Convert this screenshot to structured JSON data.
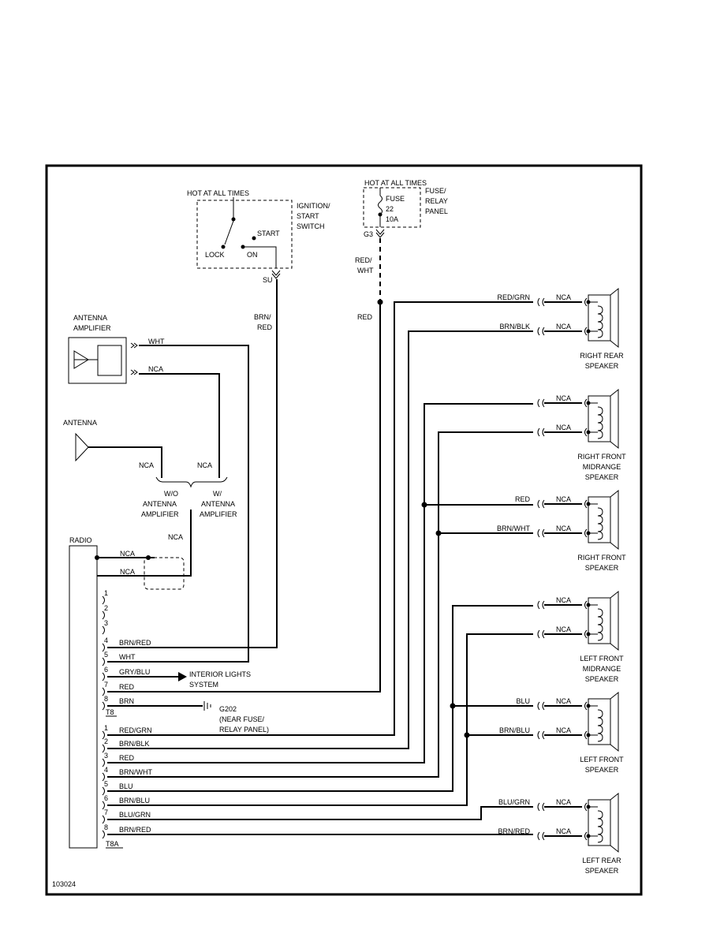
{
  "figure_id": "103024",
  "ignition": {
    "hot_label": "HOT AT ALL TIMES",
    "name_lines": [
      "IGNITION/",
      "START",
      "SWITCH"
    ],
    "start": "START",
    "lock": "LOCK",
    "on": "ON",
    "connector": "SU"
  },
  "fuse": {
    "hot_label": "HOT AT ALL TIMES",
    "lines": [
      "FUSE",
      "22",
      "10A"
    ],
    "panel_lines": [
      "FUSE/",
      "RELAY",
      "PANEL"
    ],
    "connector": "G3"
  },
  "antenna_amplifier": {
    "lines": [
      "ANTENNA",
      "AMPLIFIER"
    ],
    "wht": "WHT",
    "nca": "NCA"
  },
  "antenna": {
    "label": "ANTENNA",
    "nca_left": "NCA",
    "nca_right": "NCA"
  },
  "options": {
    "without_lines": [
      "W/O",
      "ANTENNA",
      "AMPLIFIER"
    ],
    "with_lines": [
      "W/",
      "ANTENNA",
      "AMPLIFIER"
    ],
    "nca": "NCA"
  },
  "radio": {
    "label": "RADIO",
    "antenna_wires": [
      "NCA",
      "NCA"
    ],
    "t8_label": "T8",
    "t8a_label": "T8A",
    "t8": [
      {
        "pin": "1",
        "color": ""
      },
      {
        "pin": "2",
        "color": ""
      },
      {
        "pin": "3",
        "color": ""
      },
      {
        "pin": "4",
        "color": "BRN/RED"
      },
      {
        "pin": "5",
        "color": "WHT"
      },
      {
        "pin": "6",
        "color": "GRY/BLU"
      },
      {
        "pin": "7",
        "color": "RED"
      },
      {
        "pin": "8",
        "color": "BRN"
      }
    ],
    "t8a": [
      {
        "pin": "1",
        "color": "RED/GRN"
      },
      {
        "pin": "2",
        "color": "BRN/BLK"
      },
      {
        "pin": "3",
        "color": "RED"
      },
      {
        "pin": "4",
        "color": "BRN/WHT"
      },
      {
        "pin": "5",
        "color": "BLU"
      },
      {
        "pin": "6",
        "color": "BRN/BLU"
      },
      {
        "pin": "7",
        "color": "BLU/GRN"
      },
      {
        "pin": "8",
        "color": "BRN/RED"
      }
    ]
  },
  "ignition_wire": [
    "BRN/",
    "RED"
  ],
  "fuse_wire": [
    "RED/",
    "WHT"
  ],
  "red_label": "RED",
  "interior_lights": [
    "INTERIOR LIGHTS",
    "SYSTEM"
  ],
  "ground": [
    "G202",
    "(NEAR FUSE/",
    "RELAY PANEL)"
  ],
  "speakers": [
    {
      "name_lines": [
        "RIGHT REAR",
        "SPEAKER"
      ],
      "wires": [
        {
          "color": "RED/GRN",
          "nca": "NCA"
        },
        {
          "color": "BRN/BLK",
          "nca": "NCA"
        }
      ]
    },
    {
      "name_lines": [
        "RIGHT FRONT",
        "MIDRANGE",
        "SPEAKER"
      ],
      "wires": [
        {
          "color": "",
          "nca": "NCA"
        },
        {
          "color": "",
          "nca": "NCA"
        }
      ]
    },
    {
      "name_lines": [
        "RIGHT FRONT",
        "SPEAKER"
      ],
      "wires": [
        {
          "color": "RED",
          "nca": "NCA"
        },
        {
          "color": "BRN/WHT",
          "nca": "NCA"
        }
      ]
    },
    {
      "name_lines": [
        "LEFT FRONT",
        "MIDRANGE",
        "SPEAKER"
      ],
      "wires": [
        {
          "color": "",
          "nca": "NCA"
        },
        {
          "color": "",
          "nca": "NCA"
        }
      ]
    },
    {
      "name_lines": [
        "LEFT FRONT",
        "SPEAKER"
      ],
      "wires": [
        {
          "color": "BLU",
          "nca": "NCA"
        },
        {
          "color": "BRN/BLU",
          "nca": "NCA"
        }
      ]
    },
    {
      "name_lines": [
        "LEFT REAR",
        "SPEAKER"
      ],
      "wires": [
        {
          "color": "BLU/GRN",
          "nca": "NCA"
        },
        {
          "color": "BRN/RED",
          "nca": "NCA"
        }
      ]
    }
  ]
}
